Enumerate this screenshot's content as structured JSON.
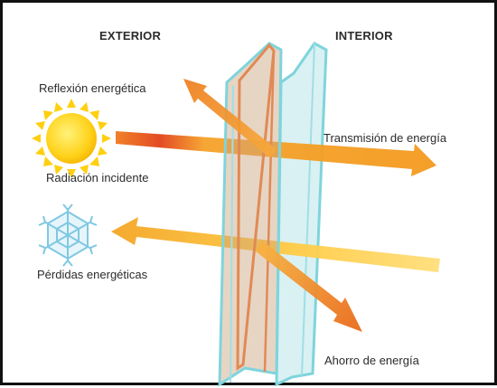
{
  "headers": {
    "exterior": "EXTERIOR",
    "interior": "INTERIOR"
  },
  "labels": {
    "reflexion": "Reflexión energética",
    "radiacion": "Radiación incidente",
    "perdidas": "Pérdidas energéticas",
    "transmision": "Transmisión de energía",
    "ahorro": "Ahorro de energía"
  },
  "colors": {
    "frame": "#111111",
    "text": "#2b2b2b",
    "glass_edge": "#7fd4dc",
    "glass_fill": "#b9e6ea",
    "coating": "#e08a55",
    "sun": "#ffd21a",
    "snowflake": "#7fc8e2",
    "arrow_orange": "#f39a1e",
    "arrow_red": "#e1421a",
    "arrow_yellow": "#ffd25a"
  },
  "icons": {
    "sun": "sun-icon",
    "snowflake": "snowflake-icon"
  }
}
